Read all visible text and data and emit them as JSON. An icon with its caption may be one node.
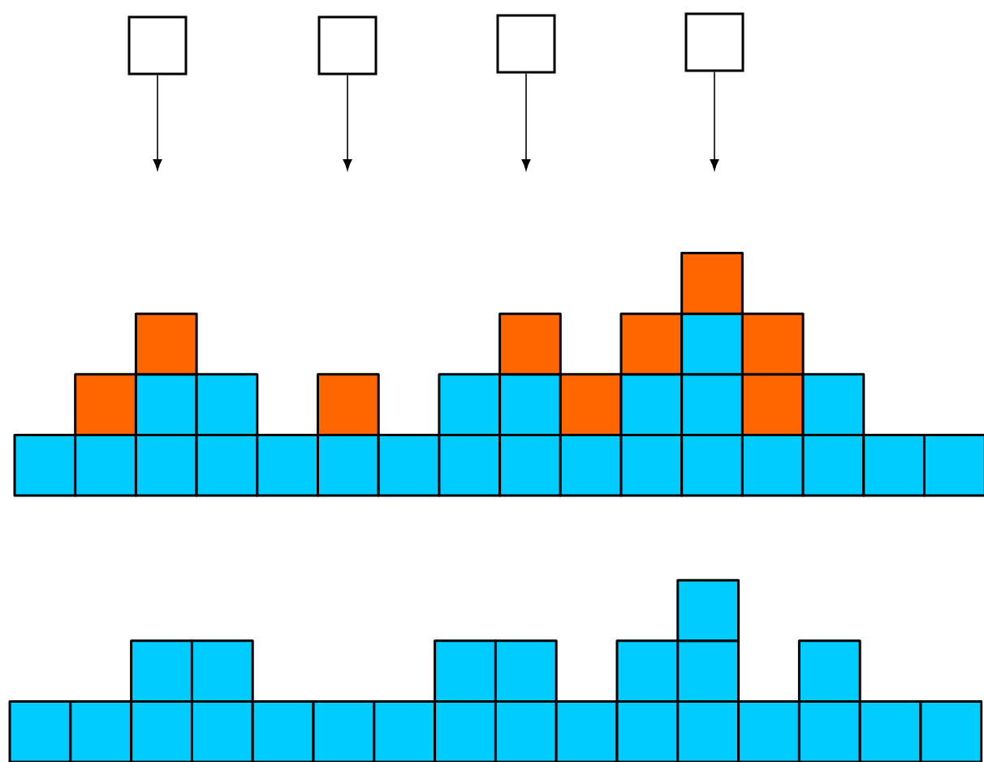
{
  "diagram": {
    "nodes": [
      {
        "text": [],
        "shape": "box"
      },
      {
        "text": [],
        "shape": "box"
      },
      {
        "text": [],
        "shape": "box"
      },
      {
        "text": [],
        "shape": "box"
      }
    ],
    "edges": [
      {
        "from": 0,
        "to": null,
        "arrow": "to"
      },
      {
        "from": 1,
        "to": null,
        "arrow": "to"
      },
      {
        "from": 2,
        "to": null,
        "arrow": "to"
      },
      {
        "from": 3,
        "to": null,
        "arrow": "to"
      }
    ]
  }
}
